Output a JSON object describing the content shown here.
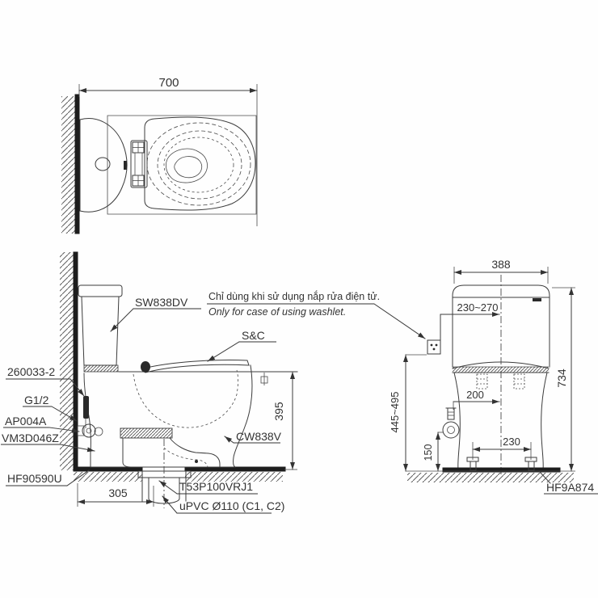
{
  "note": {
    "vi": "Chỉ dùng khi sử dụng nắp rửa điện tử.",
    "en": "Only for case of using washlet."
  },
  "top_view": {
    "dim_width": "700"
  },
  "side_view": {
    "dim_height": "395",
    "dim_rough_in": "305",
    "labels": {
      "tank": "SW838DV",
      "seat_cover": "S&C",
      "tank_fitting": "260033-2",
      "supply_thread": "G1/2",
      "stop_valve": "AP004A",
      "supply_hose": "VM3D046Z",
      "floor_flange": "HF90590U",
      "bowl": "CW838V",
      "outlet_joint": "T53P100VRJ1",
      "drain_pipe": "uPVC Ø110 (C1, C2)"
    }
  },
  "front_view": {
    "dim_width": "388",
    "dim_outlet_offset": "230~270",
    "dim_total_height": "734",
    "dim_outlet_height": "445~495",
    "dim_supply_offset": "200",
    "dim_supply_height": "150",
    "dim_bolt_spacing": "230",
    "labels": {
      "bolt_cap": "HF9A874"
    }
  },
  "colors": {
    "line": "#3c3c3c",
    "text": "#333333",
    "background": "#fefefe"
  }
}
